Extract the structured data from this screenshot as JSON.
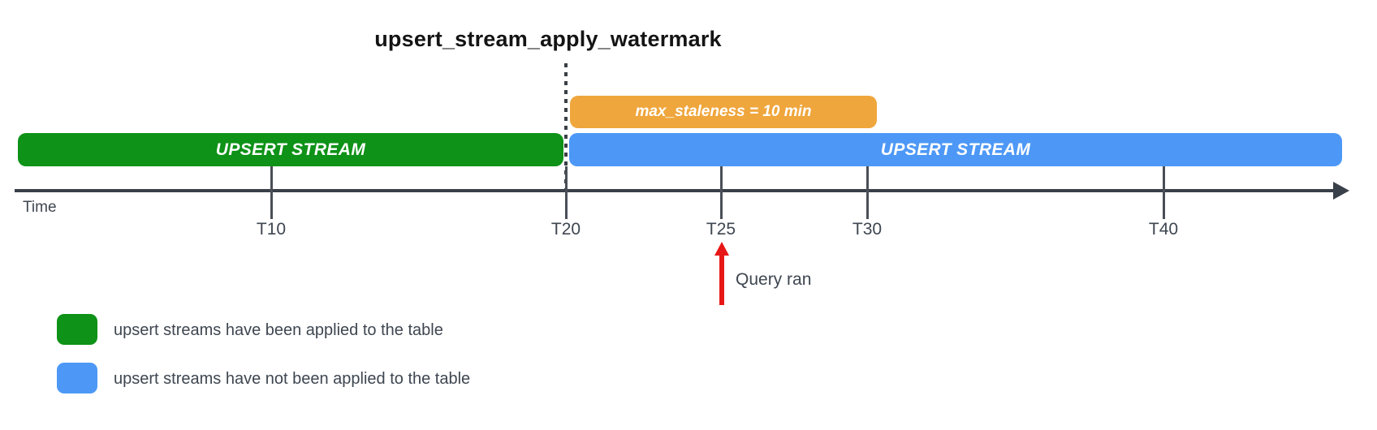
{
  "title": "upsert_stream_apply_watermark",
  "colors": {
    "applied_green": "#0e9217",
    "not_applied_blue": "#4d98f6",
    "staleness_orange": "#efa63c",
    "query_arrow_red": "#e81717",
    "axis_gray": "#3a4049",
    "label_gray": "#3e4650",
    "title_black": "#141414"
  },
  "timeline": {
    "axis_label": "Time",
    "ticks": [
      {
        "label": "T10",
        "minute": 10
      },
      {
        "label": "T20",
        "minute": 20
      },
      {
        "label": "T25",
        "minute": 25
      },
      {
        "label": "T30",
        "minute": 30
      },
      {
        "label": "T40",
        "minute": 40
      }
    ],
    "segments": [
      {
        "id": "applied",
        "label": "UPSERT STREAM",
        "color": "#0e9217",
        "meaning": "applied"
      },
      {
        "id": "not-applied",
        "label": "UPSERT STREAM",
        "color": "#4d98f6",
        "meaning": "not applied"
      }
    ],
    "staleness_bar": {
      "label": "max_staleness = 10 min",
      "from_minute": 20,
      "to_minute": 30,
      "color": "#efa63c"
    },
    "watermark_line_at_minute": 20
  },
  "query_annotation": {
    "label": "Query ran",
    "at_minute": 25
  },
  "legend": [
    {
      "color": "#0e9217",
      "label": "upsert streams have been applied to the table"
    },
    {
      "color": "#4d98f6",
      "label": "upsert streams have not been applied to the table"
    }
  ]
}
